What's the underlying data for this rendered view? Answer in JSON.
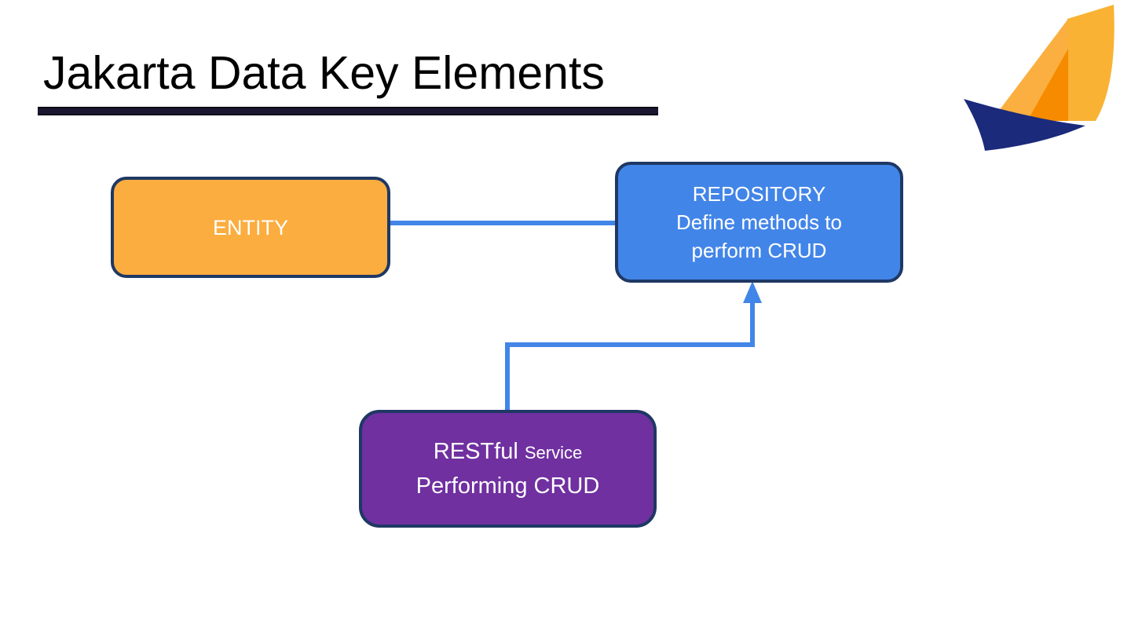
{
  "slide": {
    "title": "Jakarta Data Key Elements",
    "background_color": "#ffffff",
    "title_color": "#000000",
    "title_rule_color": "#1b1630"
  },
  "logo": {
    "name": "jakarta-ee-sailboat-logo",
    "sail_back_color": "#F9B233",
    "sail_front_color": "#FBAF41",
    "sail_overlap_color": "#F68B00",
    "hull_color": "#1B2A7B"
  },
  "diagram": {
    "nodes": [
      {
        "id": "entity",
        "lines": [
          "ENTITY"
        ],
        "fill": "#FBAD3F",
        "border": "#1F3864",
        "text_color": "#FFFFFF"
      },
      {
        "id": "repository",
        "lines": [
          "REPOSITORY",
          "Define methods to",
          "perform CRUD"
        ],
        "fill": "#4285E8",
        "border": "#1F3864",
        "text_color": "#FFFFFF"
      },
      {
        "id": "restful",
        "lines": [
          "RESTful",
          "Service",
          "Performing CRUD"
        ],
        "fill": "#7030A0",
        "border": "#1F3864",
        "text_color": "#FFFFFF"
      }
    ],
    "connectors": [
      {
        "id": "entity-to-repository",
        "from": "entity",
        "to": "repository",
        "color": "#4285E8",
        "style": "straight-arrow"
      },
      {
        "id": "restful-to-repository",
        "from": "restful",
        "to": "repository",
        "color": "#4285E8",
        "style": "elbow-arrow"
      }
    ]
  }
}
